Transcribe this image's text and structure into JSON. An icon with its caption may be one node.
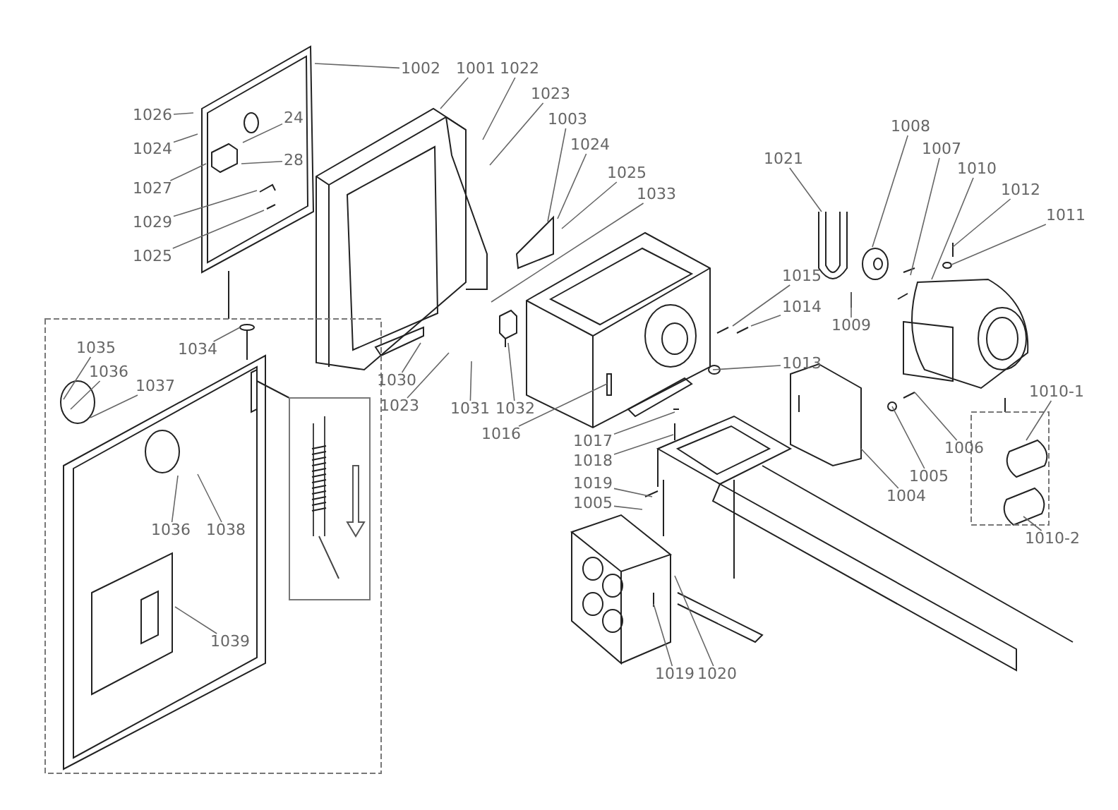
{
  "diagram": {
    "nodes": [
      {
        "text": [
          "1026"
        ]
      },
      {
        "text": [
          "1024"
        ]
      },
      {
        "text": [
          "24"
        ]
      },
      {
        "text": [
          "28"
        ]
      },
      {
        "text": [
          "1027"
        ]
      },
      {
        "text": [
          "1029"
        ]
      },
      {
        "text": [
          "1025"
        ]
      },
      {
        "text": [
          "1002"
        ]
      },
      {
        "text": [
          "1001"
        ]
      },
      {
        "text": [
          "1022"
        ]
      },
      {
        "text": [
          "1023"
        ]
      },
      {
        "text": [
          "1003"
        ]
      },
      {
        "text": [
          "1024"
        ]
      },
      {
        "text": [
          "1025"
        ]
      },
      {
        "text": [
          "1033"
        ]
      },
      {
        "text": [
          "1030"
        ]
      },
      {
        "text": [
          "1023"
        ]
      },
      {
        "text": [
          "1031"
        ]
      },
      {
        "text": [
          "1032"
        ]
      },
      {
        "text": [
          "1016"
        ]
      },
      {
        "text": [
          "1017"
        ]
      },
      {
        "text": [
          "1018"
        ]
      },
      {
        "text": [
          "1019"
        ]
      },
      {
        "text": [
          "1005"
        ]
      },
      {
        "text": [
          "1019"
        ]
      },
      {
        "text": [
          "1020"
        ]
      },
      {
        "text": [
          "1021"
        ]
      },
      {
        "text": [
          "1008"
        ]
      },
      {
        "text": [
          "1007"
        ]
      },
      {
        "text": [
          "1010"
        ]
      },
      {
        "text": [
          "1012"
        ]
      },
      {
        "text": [
          "1011"
        ]
      },
      {
        "text": [
          "1015"
        ]
      },
      {
        "text": [
          "1014"
        ]
      },
      {
        "text": [
          "1013"
        ]
      },
      {
        "text": [
          "1009"
        ]
      },
      {
        "text": [
          "1006"
        ]
      },
      {
        "text": [
          "1005"
        ]
      },
      {
        "text": [
          "1004"
        ]
      },
      {
        "text": [
          "1010-1"
        ]
      },
      {
        "text": [
          "1010-2"
        ]
      },
      {
        "text": [
          "1035"
        ]
      },
      {
        "text": [
          "1036"
        ]
      },
      {
        "text": [
          "1037"
        ]
      },
      {
        "text": [
          "1034"
        ]
      },
      {
        "text": [
          "1036"
        ]
      },
      {
        "text": [
          "1038"
        ]
      },
      {
        "text": [
          "1039"
        ]
      }
    ],
    "edges": [
      {
        "from": 0,
        "to": null,
        "arrow": "none"
      },
      {
        "from": 1,
        "to": null,
        "arrow": "none"
      },
      {
        "from": 2,
        "to": null,
        "arrow": "none"
      },
      {
        "from": 3,
        "to": null,
        "arrow": "none"
      },
      {
        "from": 4,
        "to": null,
        "arrow": "none"
      },
      {
        "from": 5,
        "to": null,
        "arrow": "none"
      },
      {
        "from": 6,
        "to": null,
        "arrow": "none"
      },
      {
        "from": 7,
        "to": null,
        "arrow": "none"
      },
      {
        "from": 8,
        "to": null,
        "arrow": "none"
      },
      {
        "from": 9,
        "to": null,
        "arrow": "none"
      },
      {
        "from": 10,
        "to": null,
        "arrow": "none"
      },
      {
        "from": 11,
        "to": null,
        "arrow": "none"
      },
      {
        "from": 12,
        "to": null,
        "arrow": "none"
      },
      {
        "from": 13,
        "to": null,
        "arrow": "none"
      },
      {
        "from": 14,
        "to": null,
        "arrow": "none"
      },
      {
        "from": 15,
        "to": null,
        "arrow": "none"
      },
      {
        "from": 16,
        "to": null,
        "arrow": "none"
      },
      {
        "from": 17,
        "to": null,
        "arrow": "none"
      },
      {
        "from": 18,
        "to": null,
        "arrow": "none"
      },
      {
        "from": 19,
        "to": null,
        "arrow": "none"
      },
      {
        "from": 20,
        "to": null,
        "arrow": "none"
      },
      {
        "from": 21,
        "to": null,
        "arrow": "none"
      },
      {
        "from": 22,
        "to": null,
        "arrow": "none"
      },
      {
        "from": 23,
        "to": null,
        "arrow": "none"
      },
      {
        "from": 24,
        "to": null,
        "arrow": "none"
      },
      {
        "from": 25,
        "to": null,
        "arrow": "none"
      },
      {
        "from": 26,
        "to": null,
        "arrow": "none"
      },
      {
        "from": 27,
        "to": null,
        "arrow": "none"
      },
      {
        "from": 28,
        "to": null,
        "arrow": "none"
      },
      {
        "from": 29,
        "to": null,
        "arrow": "none"
      },
      {
        "from": 30,
        "to": null,
        "arrow": "none"
      },
      {
        "from": 31,
        "to": null,
        "arrow": "none"
      },
      {
        "from": 32,
        "to": null,
        "arrow": "none"
      },
      {
        "from": 33,
        "to": null,
        "arrow": "none"
      },
      {
        "from": 34,
        "to": null,
        "arrow": "none"
      },
      {
        "from": 35,
        "to": null,
        "arrow": "none"
      },
      {
        "from": 36,
        "to": null,
        "arrow": "none"
      },
      {
        "from": 37,
        "to": null,
        "arrow": "none"
      },
      {
        "from": 38,
        "to": null,
        "arrow": "none"
      },
      {
        "from": 39,
        "to": null,
        "arrow": "none"
      },
      {
        "from": 40,
        "to": null,
        "arrow": "none"
      },
      {
        "from": 41,
        "to": null,
        "arrow": "none"
      },
      {
        "from": 42,
        "to": null,
        "arrow": "none"
      },
      {
        "from": 43,
        "to": null,
        "arrow": "none"
      },
      {
        "from": 44,
        "to": null,
        "arrow": "none"
      },
      {
        "from": 45,
        "to": null,
        "arrow": "none"
      },
      {
        "from": 46,
        "to": null,
        "arrow": "none"
      },
      {
        "from": 47,
        "to": null,
        "arrow": "none"
      }
    ]
  }
}
